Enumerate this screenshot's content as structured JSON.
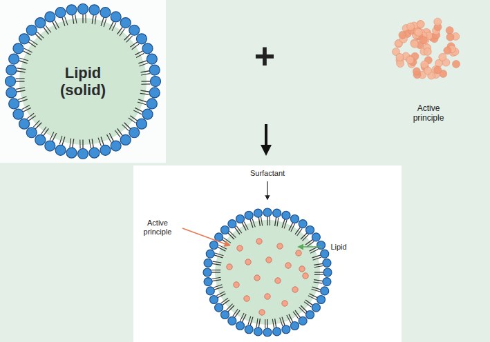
{
  "diagram": {
    "nodes": [
      {
        "text": [
          "Lipid (solid)"
        ]
      }
    ],
    "labels": [
      "+",
      "Active principle",
      "Surfactant",
      "Active principle",
      "Lipid"
    ]
  }
}
